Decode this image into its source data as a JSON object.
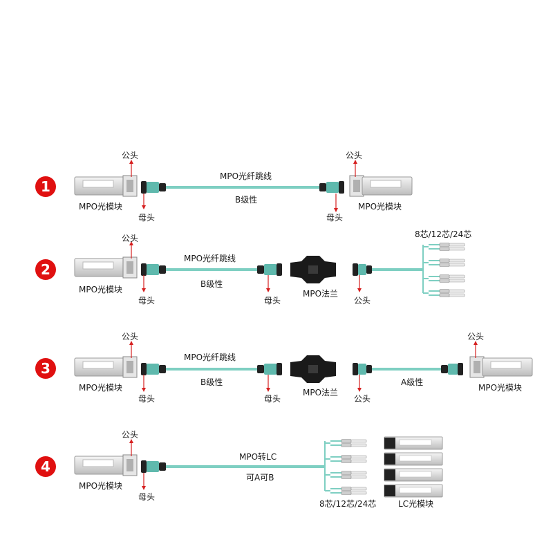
{
  "colors": {
    "fiber": "#7ecfc2",
    "badge": "#e01010",
    "arrow": "#d62020"
  },
  "rows": [
    {
      "number": "1",
      "male_left": "公头",
      "module_left": "MPO光模块",
      "female_left": "母头",
      "cable_top": "MPO光纤跳线",
      "cable_bottom": "B级性",
      "male_right": "公头",
      "female_right": "母头",
      "module_right": "MPO光模块"
    },
    {
      "number": "2",
      "male_left": "公头",
      "module_left": "MPO光模块",
      "female_left": "母头",
      "cable_top": "MPO光纤跳线",
      "cable_bottom": "B级性",
      "female_right": "母头",
      "flange": "MPO法兰",
      "male_right": "公头",
      "fanout": "8芯/12芯/24芯"
    },
    {
      "number": "3",
      "male_left": "公头",
      "module_left": "MPO光模块",
      "female_left": "母头",
      "cable_top": "MPO光纤跳线",
      "cable_bottom": "B级性",
      "female_right": "母头",
      "flange": "MPO法兰",
      "male_right": "公头",
      "cable_right": "A级性",
      "male_far": "公头",
      "module_right": "MPO光模块"
    },
    {
      "number": "4",
      "male_left": "公头",
      "module_left": "MPO光模块",
      "female_left": "母头",
      "cable_top": "MPO转LC",
      "cable_bottom": "可A可B",
      "fanout": "8芯/12芯/24芯",
      "lc_module": "LC光模块"
    }
  ]
}
